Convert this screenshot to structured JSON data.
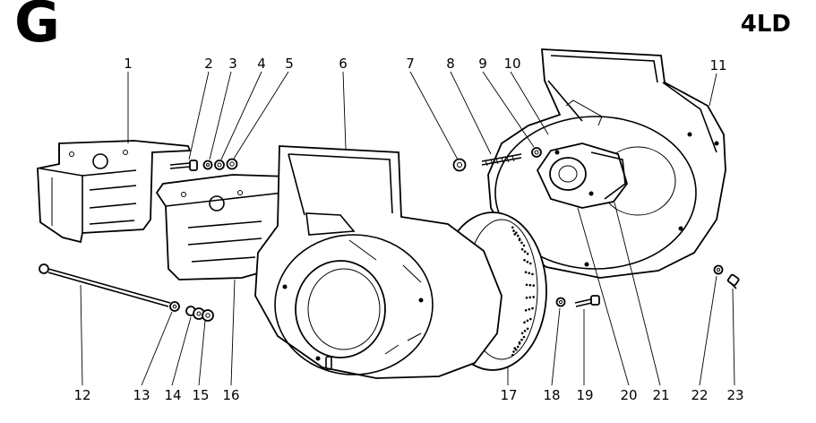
{
  "header": {
    "section_letter": "G",
    "engine_code": "4LD"
  },
  "callouts": [
    "1",
    "2",
    "3",
    "4",
    "5",
    "6",
    "7",
    "8",
    "9",
    "10",
    "11",
    "12",
    "13",
    "14",
    "15",
    "16",
    "17",
    "18",
    "19",
    "20",
    "21",
    "22",
    "23"
  ]
}
